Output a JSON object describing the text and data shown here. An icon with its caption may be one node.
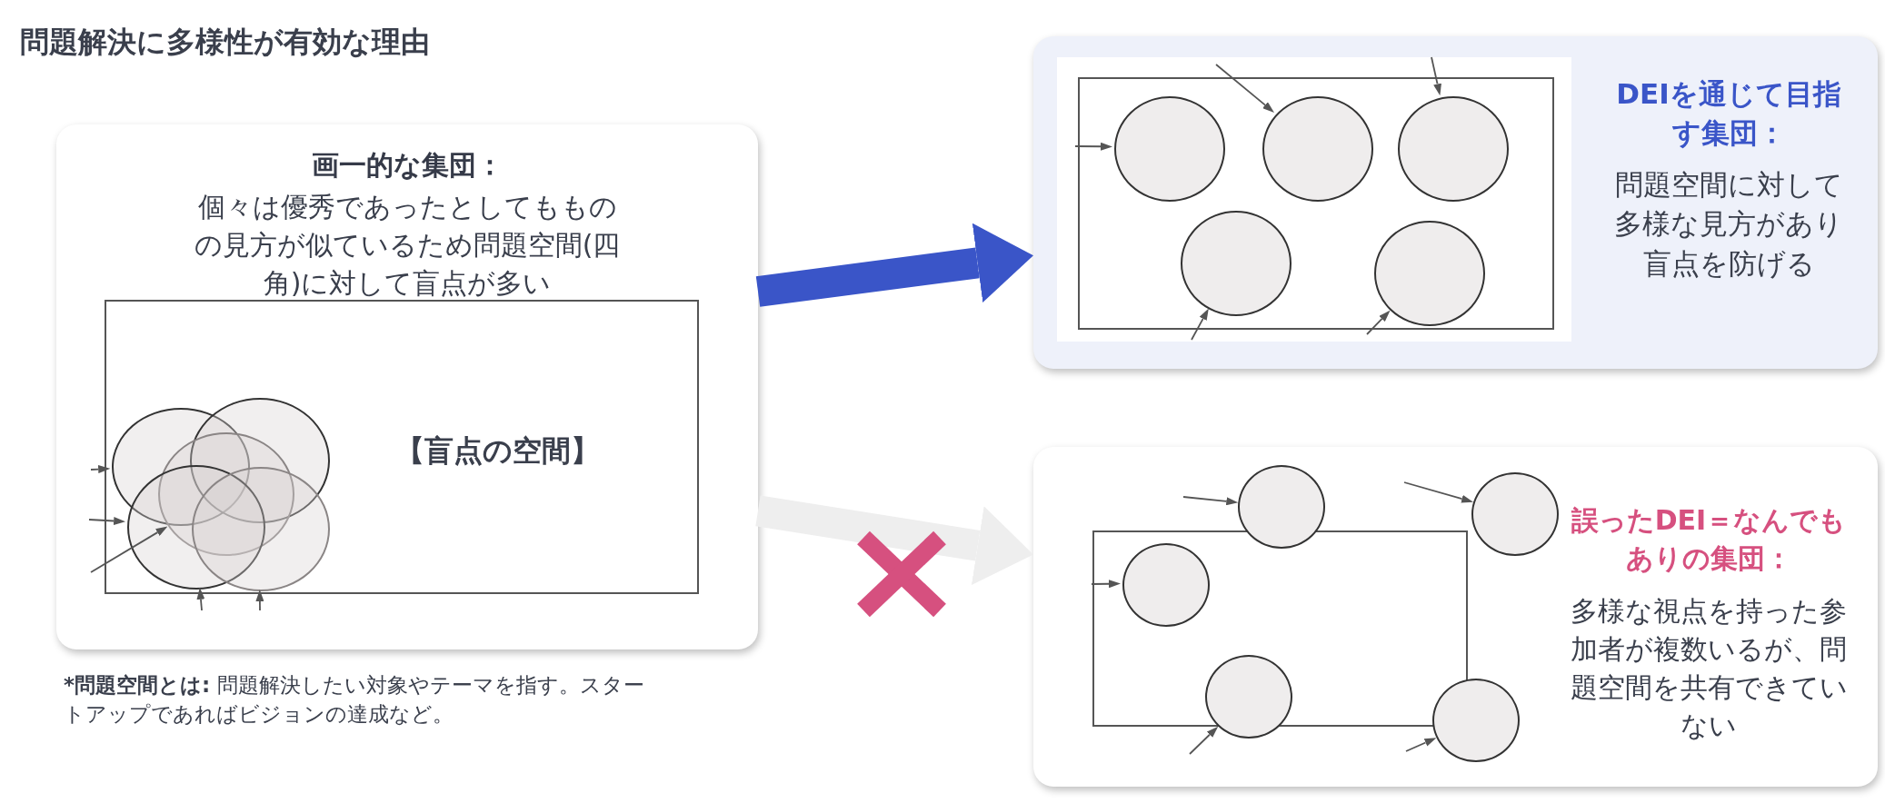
{
  "diagram": {
    "title": "問題解決に多様性が有効な理由",
    "nodes": [
      {
        "text": [
          "画一的な集団：",
          "個々は優秀であったとしてもものの見方が似ているため問題空間(四角)に対して盲点が多い"
        ]
      },
      {
        "text": [
          "【盲点の空間】"
        ],
        "in": 0
      },
      {
        "text": [],
        "shape": "circle",
        "in": 1
      },
      {
        "text": [],
        "shape": "circle",
        "in": 1
      },
      {
        "text": [],
        "shape": "circle",
        "in": 1
      },
      {
        "text": [],
        "shape": "circle",
        "in": 1
      },
      {
        "text": [],
        "shape": "circle",
        "in": 1
      },
      {
        "text": [
          "DEIを通じて目指す集団：",
          "問題空間に対して多様な見方があり盲点を防げる"
        ]
      },
      {
        "text": [],
        "shape": "box",
        "in": 7
      },
      {
        "text": [],
        "shape": "circle",
        "in": 8
      },
      {
        "text": [],
        "shape": "circle",
        "in": 8
      },
      {
        "text": [],
        "shape": "circle",
        "in": 8
      },
      {
        "text": [],
        "shape": "circle",
        "in": 8
      },
      {
        "text": [],
        "shape": "circle",
        "in": 8
      },
      {
        "text": [
          "誤ったDEI＝なんでもありの集団：",
          "多様な視点を持った参加者が複数いるが、問題空間を共有できていない"
        ]
      },
      {
        "text": [],
        "shape": "box",
        "in": 14
      },
      {
        "text": [],
        "shape": "circle",
        "in": 14
      },
      {
        "text": [],
        "shape": "circle",
        "in": 14
      },
      {
        "text": [],
        "shape": "circle",
        "in": 15
      },
      {
        "text": [],
        "shape": "circle",
        "in": 14
      },
      {
        "text": [],
        "shape": "circle",
        "in": 14
      }
    ],
    "edges": [
      {
        "from": 0,
        "to": 7,
        "arrow": "to",
        "style": "thick",
        "color": "#3a55c8"
      },
      {
        "from": 0,
        "to": 14,
        "arrow": "to",
        "style": "thick",
        "color": "#eeeeee"
      },
      {
        "from": null,
        "to": 2,
        "arrow": "to"
      },
      {
        "from": null,
        "to": 5,
        "arrow": "to"
      },
      {
        "from": null,
        "to": 4,
        "arrow": "to"
      },
      {
        "from": null,
        "to": 6,
        "arrow": "to"
      },
      {
        "from": null,
        "to": 5,
        "arrow": "to"
      },
      {
        "from": null,
        "to": 9,
        "arrow": "to"
      },
      {
        "from": null,
        "to": 10,
        "arrow": "to"
      },
      {
        "from": null,
        "to": 11,
        "arrow": "to"
      },
      {
        "from": null,
        "to": 12,
        "arrow": "to"
      },
      {
        "from": null,
        "to": 13,
        "arrow": "to"
      },
      {
        "from": null,
        "to": 16,
        "arrow": "to"
      },
      {
        "from": null,
        "to": 17,
        "arrow": "to"
      },
      {
        "from": null,
        "to": 18,
        "arrow": "to"
      },
      {
        "from": null,
        "to": 19,
        "arrow": "to"
      },
      {
        "from": null,
        "to": 20,
        "arrow": "to"
      }
    ],
    "labels": [
      "***問題空間とは:** 問題解決したい対象やテーマを指す。スタートアップであればビジョンの達成など。"
    ]
  }
}
